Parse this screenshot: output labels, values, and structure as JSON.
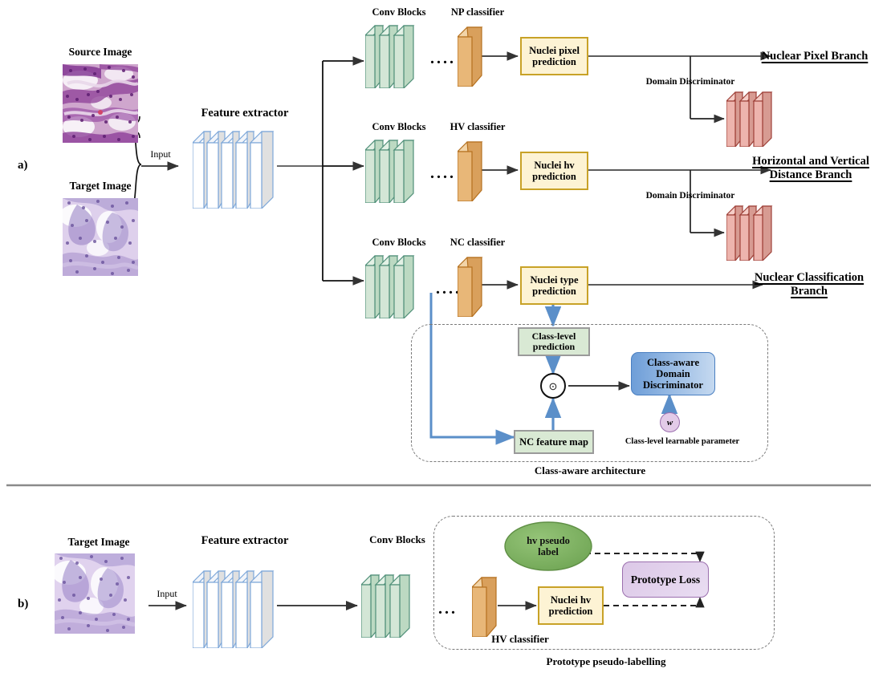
{
  "figure": {
    "panels": [
      {
        "id": "a",
        "label": "a)"
      },
      {
        "id": "b",
        "label": "b)"
      }
    ]
  },
  "panel_a": {
    "inputs": {
      "source_image_label": "Source Image",
      "target_image_label": "Target Image",
      "input_arrow_label": "Input"
    },
    "feature_extractor_label": "Feature extractor",
    "branches": [
      {
        "conv_blocks_label": "Conv Blocks",
        "classifier_label": "NP classifier",
        "prediction_label": "Nuclei pixel\nprediction",
        "discriminator_label": "Domain Discriminator",
        "branch_title": "Nuclear Pixel Branch"
      },
      {
        "conv_blocks_label": "Conv Blocks",
        "classifier_label": "HV classifier",
        "prediction_label": "Nuclei hv\nprediction",
        "discriminator_label": "Domain Discriminator",
        "branch_title": "Horizontal and Vertical\nDistance Branch"
      },
      {
        "conv_blocks_label": "Conv Blocks",
        "classifier_label": "NC classifier",
        "prediction_label": "Nuclei type\nprediction",
        "discriminator_label": "",
        "branch_title": "Nuclear Classification\nBranch"
      }
    ],
    "class_aware": {
      "class_level_prediction": "Class-level\nprediction",
      "nc_feature_map": "NC feature map",
      "operator_symbol": "⊙",
      "discriminator": "Class-aware\nDomain\nDiscriminator",
      "weight_symbol": "w",
      "weight_caption": "Class-level  learnable parameter",
      "caption": "Class-aware architecture"
    },
    "ellipsis": "...."
  },
  "panel_b": {
    "target_image_label": "Target Image",
    "input_arrow_label": "Input",
    "feature_extractor_label": "Feature extractor",
    "conv_blocks_label": "Conv Blocks",
    "hv_classifier_label": "HV classifier",
    "prediction_label": "Nuclei hv\nprediction",
    "pseudo_label": "hv pseudo\nlabel",
    "prototype_loss": "Prototype Loss",
    "caption": "Prototype pseudo-labelling",
    "ellipsis": "..."
  },
  "colors": {
    "conv_block_fill": "#d3e6d6",
    "conv_block_stroke": "#4f8f78",
    "classifier_fill": "#e8b778",
    "classifier_stroke": "#b5701f",
    "prediction_fill": "#fdf3d4",
    "prediction_stroke": "#c8a227",
    "discriminator_fill": "#edb4ad",
    "discriminator_stroke": "#9e4038",
    "feature_extractor_fill": "#e4e4e4",
    "feature_extractor_stroke": "#7da7d9",
    "class_box_fill": "#d9e9d4",
    "class_box_stroke": "#9a9a9a",
    "class_aware_disc_fill": "#6f9fd8",
    "class_aware_disc_stroke": "#4a7fc1",
    "weight_fill": "#e3cbe8",
    "weight_stroke": "#9b6fae",
    "pseudo_label_fill": "#7fb263",
    "pseudo_label_stroke": "#5f8f45",
    "prototype_loss_fill": "#ddc9e8",
    "prototype_loss_stroke": "#9b6fae",
    "blue_arrow": "#5b8fc9",
    "dark_arrow": "#333333",
    "dashed_border": "#7a7a7a",
    "separator": "#8a8a8a"
  }
}
